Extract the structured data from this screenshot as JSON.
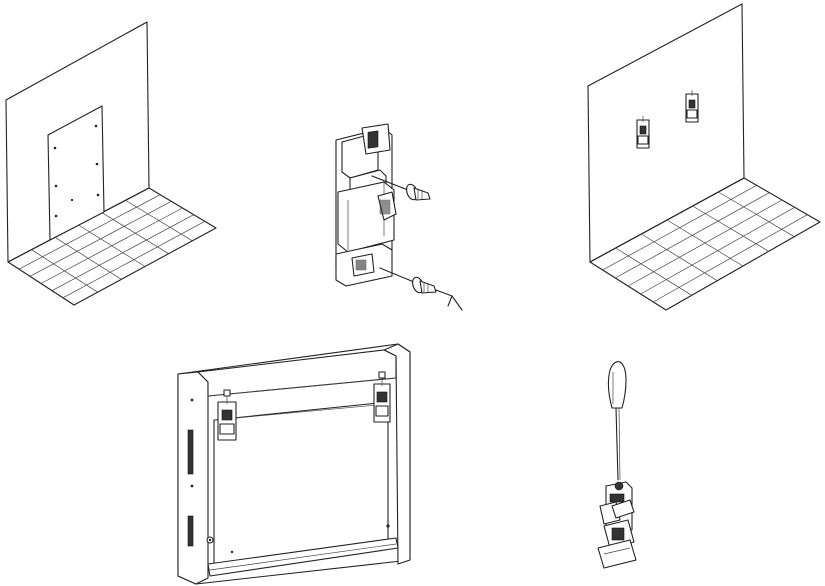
{
  "figure": {
    "panels": [
      {
        "id": "wall-with-template",
        "icon": "wall-template-icon"
      },
      {
        "id": "bracket-with-screws",
        "icon": "bracket-screws-icon"
      },
      {
        "id": "wall-with-brackets",
        "icon": "wall-brackets-icon"
      },
      {
        "id": "heater-back-with-brackets",
        "icon": "heater-back-icon"
      },
      {
        "id": "bracket-with-screwdriver",
        "icon": "screwdriver-bracket-icon"
      }
    ]
  }
}
